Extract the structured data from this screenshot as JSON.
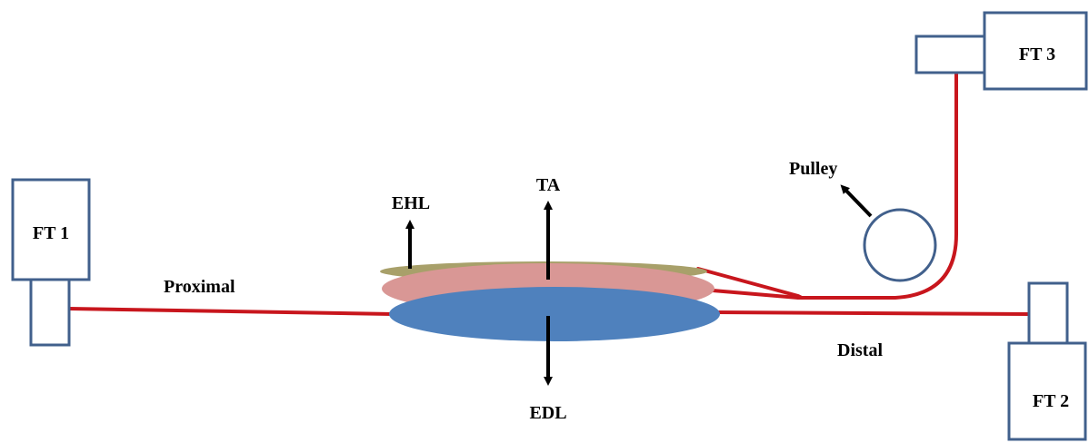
{
  "colors": {
    "box_stroke": "#41608c",
    "wire": "#c8161d",
    "ta_muscle": "#d99795",
    "edl_muscle": "#4f81bd",
    "ehl_muscle": "#a8a06a",
    "pulley_stroke": "#41608c"
  },
  "labels": {
    "ft1": "FT 1",
    "ft2": "FT 2",
    "ft3": "FT 3",
    "proximal": "Proximal",
    "distal": "Distal",
    "pulley": "Pulley",
    "ta": "TA",
    "ehl": "EHL",
    "edl": "EDL"
  }
}
